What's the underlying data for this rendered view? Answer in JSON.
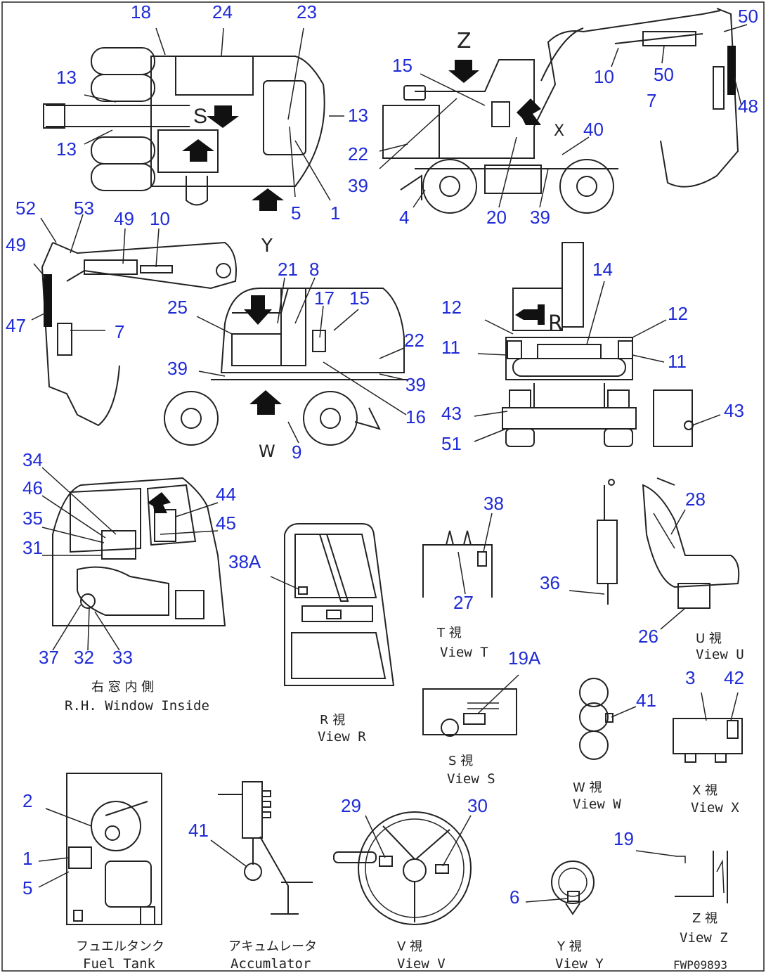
{
  "diagram": {
    "colors": {
      "callout": "#1f2bd6",
      "line": "#222222",
      "background": "#ffffff"
    },
    "callouts": [
      {
        "id": "c18",
        "text": "18"
      },
      {
        "id": "c24",
        "text": "24"
      },
      {
        "id": "c23",
        "text": "23"
      },
      {
        "id": "c13a",
        "text": "13"
      },
      {
        "id": "c13b",
        "text": "13"
      },
      {
        "id": "c13c",
        "text": "13"
      },
      {
        "id": "c5a",
        "text": "5"
      },
      {
        "id": "c1a",
        "text": "1"
      },
      {
        "id": "c50a",
        "text": "50"
      },
      {
        "id": "c50b",
        "text": "50"
      },
      {
        "id": "c15a",
        "text": "15"
      },
      {
        "id": "c10a",
        "text": "10"
      },
      {
        "id": "c7a",
        "text": "7"
      },
      {
        "id": "c48",
        "text": "48"
      },
      {
        "id": "c40",
        "text": "40"
      },
      {
        "id": "c22a",
        "text": "22"
      },
      {
        "id": "c39a",
        "text": "39"
      },
      {
        "id": "c4",
        "text": "4"
      },
      {
        "id": "c20",
        "text": "20"
      },
      {
        "id": "c39b",
        "text": "39"
      },
      {
        "id": "c52",
        "text": "52"
      },
      {
        "id": "c53",
        "text": "53"
      },
      {
        "id": "c49a",
        "text": "49"
      },
      {
        "id": "c10b",
        "text": "10"
      },
      {
        "id": "c49b",
        "text": "49"
      },
      {
        "id": "c21",
        "text": "21"
      },
      {
        "id": "c8",
        "text": "8"
      },
      {
        "id": "c17",
        "text": "17"
      },
      {
        "id": "c15b",
        "text": "15"
      },
      {
        "id": "c25",
        "text": "25"
      },
      {
        "id": "c47",
        "text": "47"
      },
      {
        "id": "c7b",
        "text": "7"
      },
      {
        "id": "c22b",
        "text": "22"
      },
      {
        "id": "c39c",
        "text": "39"
      },
      {
        "id": "c39d",
        "text": "39"
      },
      {
        "id": "c16",
        "text": "16"
      },
      {
        "id": "c9",
        "text": "9"
      },
      {
        "id": "c14",
        "text": "14"
      },
      {
        "id": "c12a",
        "text": "12"
      },
      {
        "id": "c12b",
        "text": "12"
      },
      {
        "id": "c11a",
        "text": "11"
      },
      {
        "id": "c11b",
        "text": "11"
      },
      {
        "id": "c43a",
        "text": "43"
      },
      {
        "id": "c43b",
        "text": "43"
      },
      {
        "id": "c51",
        "text": "51"
      },
      {
        "id": "c34",
        "text": "34"
      },
      {
        "id": "c46",
        "text": "46"
      },
      {
        "id": "c35",
        "text": "35"
      },
      {
        "id": "c31",
        "text": "31"
      },
      {
        "id": "c44",
        "text": "44"
      },
      {
        "id": "c45",
        "text": "45"
      },
      {
        "id": "c38A",
        "text": "38A"
      },
      {
        "id": "c37",
        "text": "37"
      },
      {
        "id": "c32",
        "text": "32"
      },
      {
        "id": "c33",
        "text": "33"
      },
      {
        "id": "c38",
        "text": "38"
      },
      {
        "id": "c27",
        "text": "27"
      },
      {
        "id": "c28",
        "text": "28"
      },
      {
        "id": "c36",
        "text": "36"
      },
      {
        "id": "c26",
        "text": "26"
      },
      {
        "id": "c19A",
        "text": "19A"
      },
      {
        "id": "c3",
        "text": "3"
      },
      {
        "id": "c42",
        "text": "42"
      },
      {
        "id": "c41a",
        "text": "41"
      },
      {
        "id": "c2",
        "text": "2"
      },
      {
        "id": "c1b",
        "text": "1"
      },
      {
        "id": "c5b",
        "text": "5"
      },
      {
        "id": "c41b",
        "text": "41"
      },
      {
        "id": "c29",
        "text": "29"
      },
      {
        "id": "c30",
        "text": "30"
      },
      {
        "id": "c19",
        "text": "19"
      },
      {
        "id": "c6",
        "text": "6"
      }
    ],
    "view_letters": [
      {
        "id": "vZ",
        "text": "Z"
      },
      {
        "id": "vS",
        "text": "S"
      },
      {
        "id": "vX",
        "text": "X"
      },
      {
        "id": "vY",
        "text": "Y"
      },
      {
        "id": "vR",
        "text": "R"
      },
      {
        "id": "vW",
        "text": "W"
      }
    ],
    "captions": {
      "rh_window_jp": "右 窓 内 側",
      "rh_window_en": "R.H. Window Inside",
      "view_r_jp": "R 視",
      "view_r_en": "View R",
      "view_t_jp": "T 視",
      "view_t_en": "View T",
      "view_u_jp": "U 視",
      "view_u_en": "View U",
      "view_s_jp": "S 視",
      "view_s_en": "View S",
      "view_w_jp": "W 視",
      "view_w_en": "View W",
      "view_x_jp": "X 視",
      "view_x_en": "View X",
      "fuel_jp": "フュエルタンク",
      "fuel_en": "Fuel Tank",
      "acc_jp": "アキュムレータ",
      "acc_en": "Accumlator",
      "view_v_jp": "V 視",
      "view_v_en": "View V",
      "view_y_jp": "Y 視",
      "view_y_en": "View Y",
      "view_z_jp": "Z 視",
      "view_z_en": "View Z",
      "code": "FWP09893"
    }
  }
}
